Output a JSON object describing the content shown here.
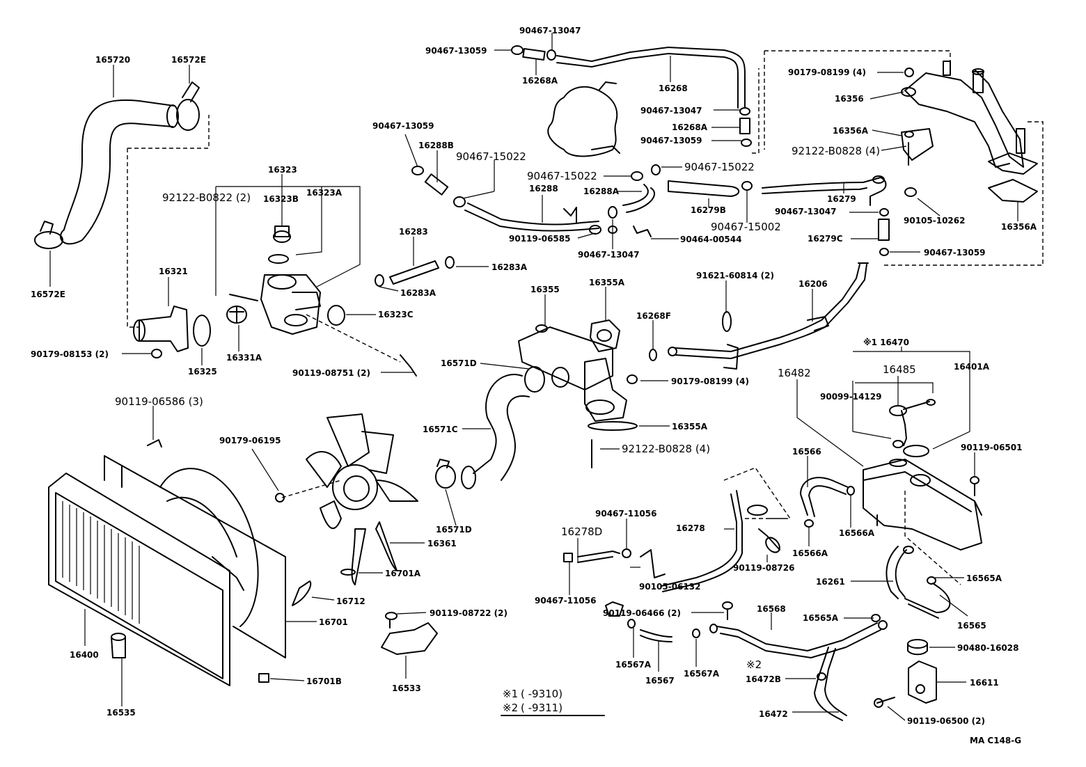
{
  "labels": {
    "l165720": "165720",
    "l16572E_top": "16572E",
    "l16572E_bot": "16572E",
    "l16323": "16323",
    "l92122_B0822": "92122-B0822 (2)",
    "l16323B": "16323B",
    "l16323A": "16323A",
    "l16321": "16321",
    "l16323C": "16323C",
    "l90179_08153": "90179-08153 (2)",
    "l16325": "16325",
    "l16331A": "16331A",
    "l90119_08751": "90119-08751 (2)",
    "l90119_06586": "90119-06586 (3)",
    "l90179_06195": "90179-06195",
    "l16361": "16361",
    "l16701A": "16701A",
    "l16712": "16712",
    "l16701": "16701",
    "l16400": "16400",
    "l16535": "16535",
    "l16701B": "16701B",
    "l90119_08722": "90119-08722 (2)",
    "l16533": "16533",
    "l90467_13047_a": "90467-13047",
    "l90467_13059_a": "90467-13059",
    "l16268A_a": "16268A",
    "l16268": "16268",
    "l90467_13047_b": "90467-13047",
    "l16268A_b": "16268A",
    "l90467_13059_b": "90467-13059",
    "l90467_13059_c": "90467-13059",
    "l16288B": "16288B",
    "l90467_15022_a": "90467-15022",
    "l90467_15022_b": "90467-15022",
    "l90467_15022_c": "90467-15022",
    "l16288": "16288",
    "l16288A": "16288A",
    "l16279B": "16279B",
    "l90467_15002": "90467-15002",
    "l90119_06585": "90119-06585",
    "l90464_00544": "90464-00544",
    "l90467_13047_c": "90467-13047",
    "l16283": "16283",
    "l16283A_a": "16283A",
    "l16283A_b": "16283A",
    "l16355": "16355",
    "l16355A_top": "16355A",
    "l16268F": "16268F",
    "l91621_60814": "91621-60814 (2)",
    "l16206": "16206",
    "l16571D_a": "16571D",
    "l90179_08199_b": "90179-08199 (4)",
    "l16571C": "16571C",
    "l16355A_bot": "16355A",
    "l92122_B0828_b": "92122-B0828 (4)",
    "l16571D_b": "16571D",
    "l90179_08199_a": "90179-08199 (4)",
    "l16356": "16356",
    "l16356A_a": "16356A",
    "l92122_B0828_a": "92122-B0828 (4)",
    "l16279": "16279",
    "l90467_13047_d": "90467-13047",
    "l90105_10262": "90105-10262",
    "l16356A_b": "16356A",
    "l16279C": "16279C",
    "l90467_13059_d": "90467-13059",
    "l16470": "※1 16470",
    "l16482": "16482",
    "l16485": "16485",
    "l16401A": "16401A",
    "l90099_14129": "90099-14129",
    "l90119_06501": "90119-06501",
    "l16566": "16566",
    "l16566A_a": "16566A",
    "l16566A_b": "16566A",
    "l16278": "16278",
    "l90467_11056_a": "90467-11056",
    "l16278D": "16278D",
    "l90119_08726": "90119-08726",
    "l90105_06132": "90105-06132",
    "l90467_11056_b": "90467-11056",
    "l16261": "16261",
    "l16565A_a": "16565A",
    "l16565A_b": "16565A",
    "l16565": "16565",
    "l90119_06466": "90119-06466 (2)",
    "l16568": "16568",
    "l16567A_a": "16567A",
    "l16567": "16567",
    "l16567A_b": "16567A",
    "l16472B": "16472B",
    "l16472": "16472",
    "l90480_16028": "90480-16028",
    "l16611": "16611",
    "l90119_06500": "90119-06500 (2)"
  },
  "footnotes": {
    "f1_mark": "※1",
    "f1_text": "(      -9310)",
    "f2_mark": "※2",
    "f2_text": "(      -9311)",
    "l2_mark": "※2"
  },
  "code": "MA  C148-G"
}
